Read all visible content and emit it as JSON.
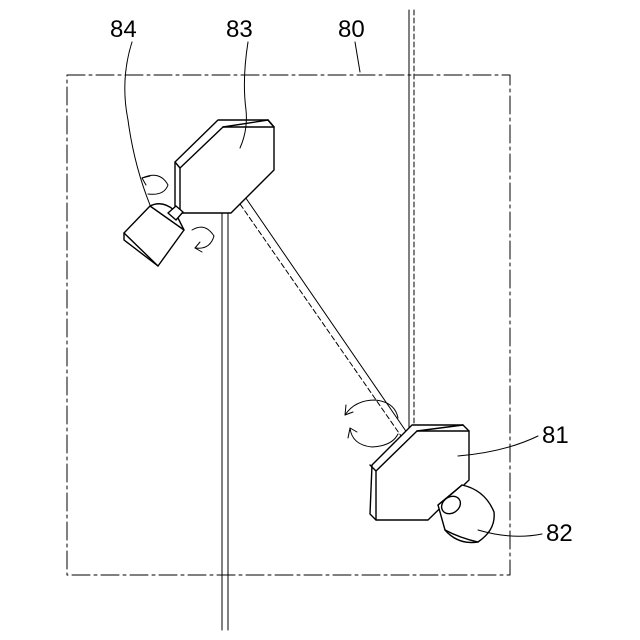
{
  "labels": {
    "ref_80": "80",
    "ref_81": "81",
    "ref_82": "82",
    "ref_83": "83",
    "ref_84": "84"
  },
  "colors": {
    "line": "#000000",
    "fill": "#ffffff"
  }
}
